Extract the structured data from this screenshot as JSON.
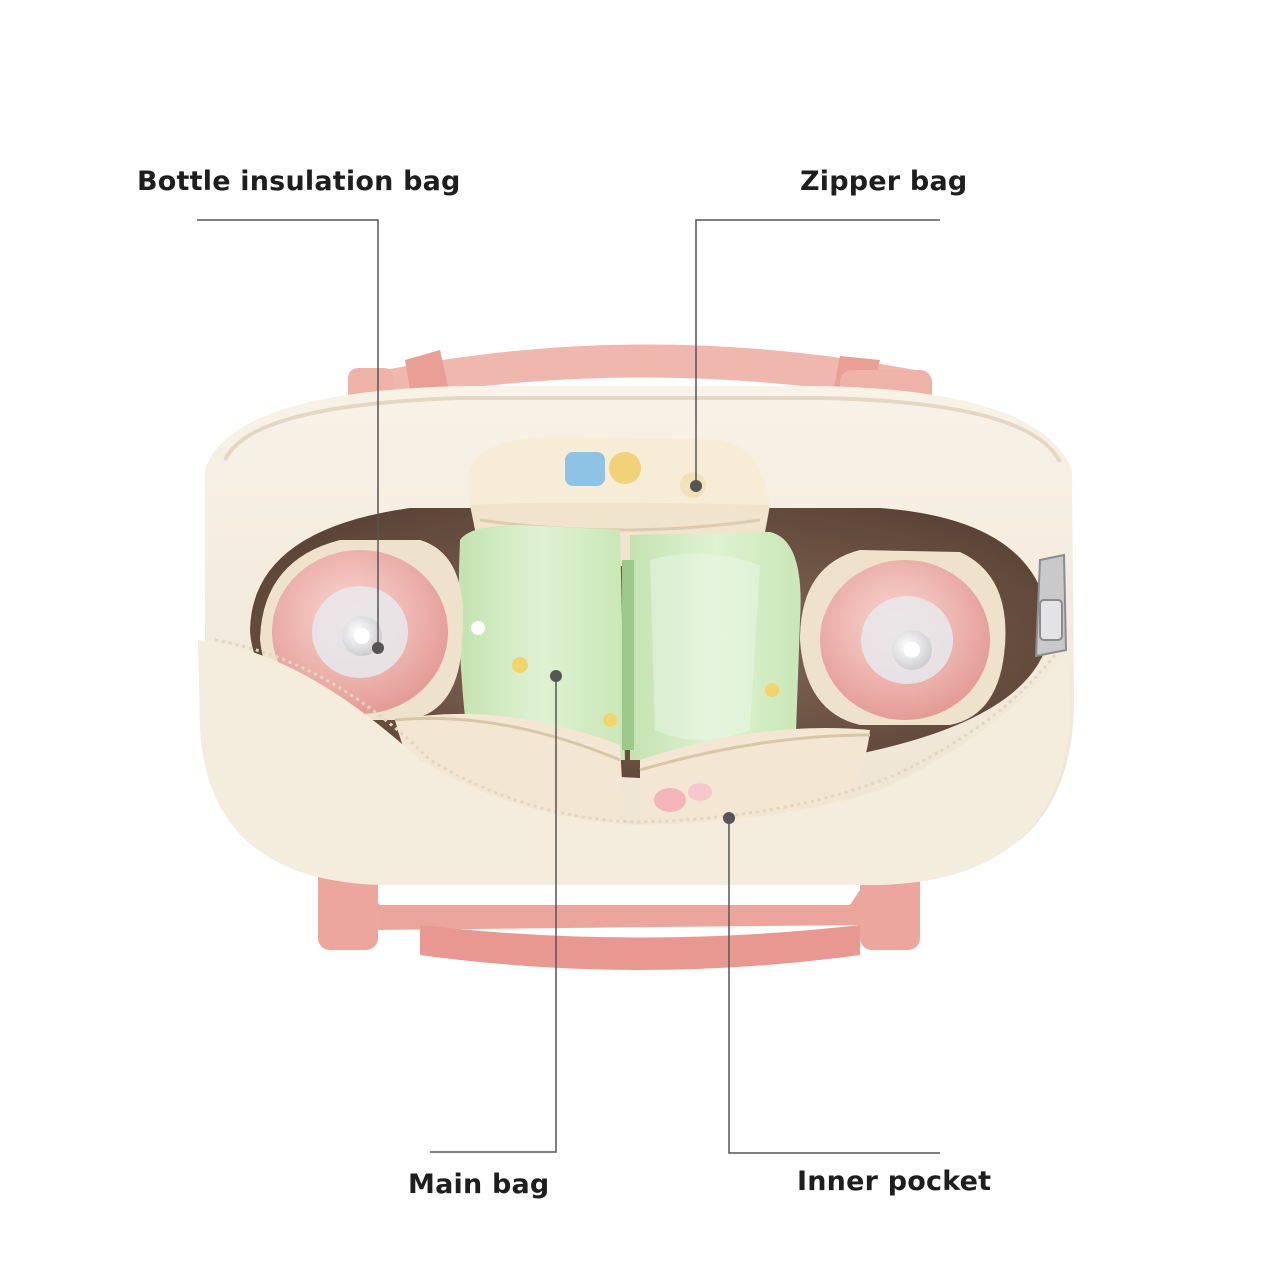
{
  "labels": {
    "bottle_insulation_bag": "Bottle insulation bag",
    "zipper_bag": "Zipper bag",
    "main_bag": "Main bag",
    "inner_pocket": "Inner pocket"
  },
  "colors": {
    "background": "#ffffff",
    "bag_cream": "#f6efe3",
    "strap_pink": "#ecaaa2",
    "diaper_green": "#d6ecc6",
    "bottle_pink": "#f0b9b4",
    "leader_line": "#555555",
    "label_text": "#1e1e1e"
  }
}
